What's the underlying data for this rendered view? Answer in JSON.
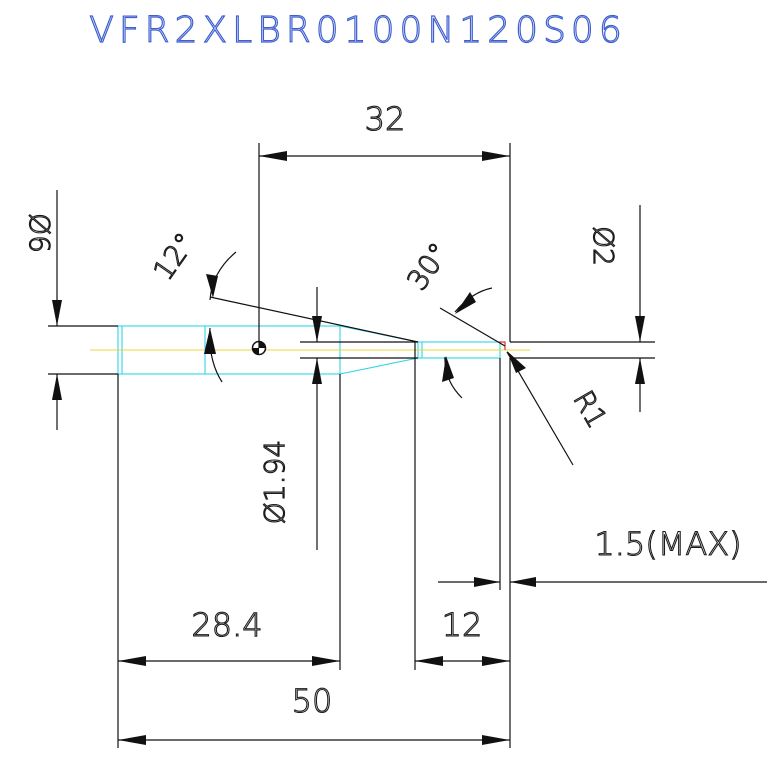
{
  "title": "VFR2XLBR0100N120S06",
  "dimensions": {
    "overall_length": "50",
    "neck_length": "32",
    "body_length": "28.4",
    "flute_length": "12",
    "shank_diameter": "Ø6",
    "tip_diameter": "Ø2",
    "neck_diameter": "Ø1.94",
    "taper_angle": "12°",
    "tip_angle": "30°",
    "corner_radius": "R1",
    "max_offset": "1.5(MAX)"
  },
  "colors": {
    "title": "#3f5fd0",
    "lines": "#111111",
    "tool_outline": "#2fd4e8",
    "centerline": "#e8d83a"
  }
}
